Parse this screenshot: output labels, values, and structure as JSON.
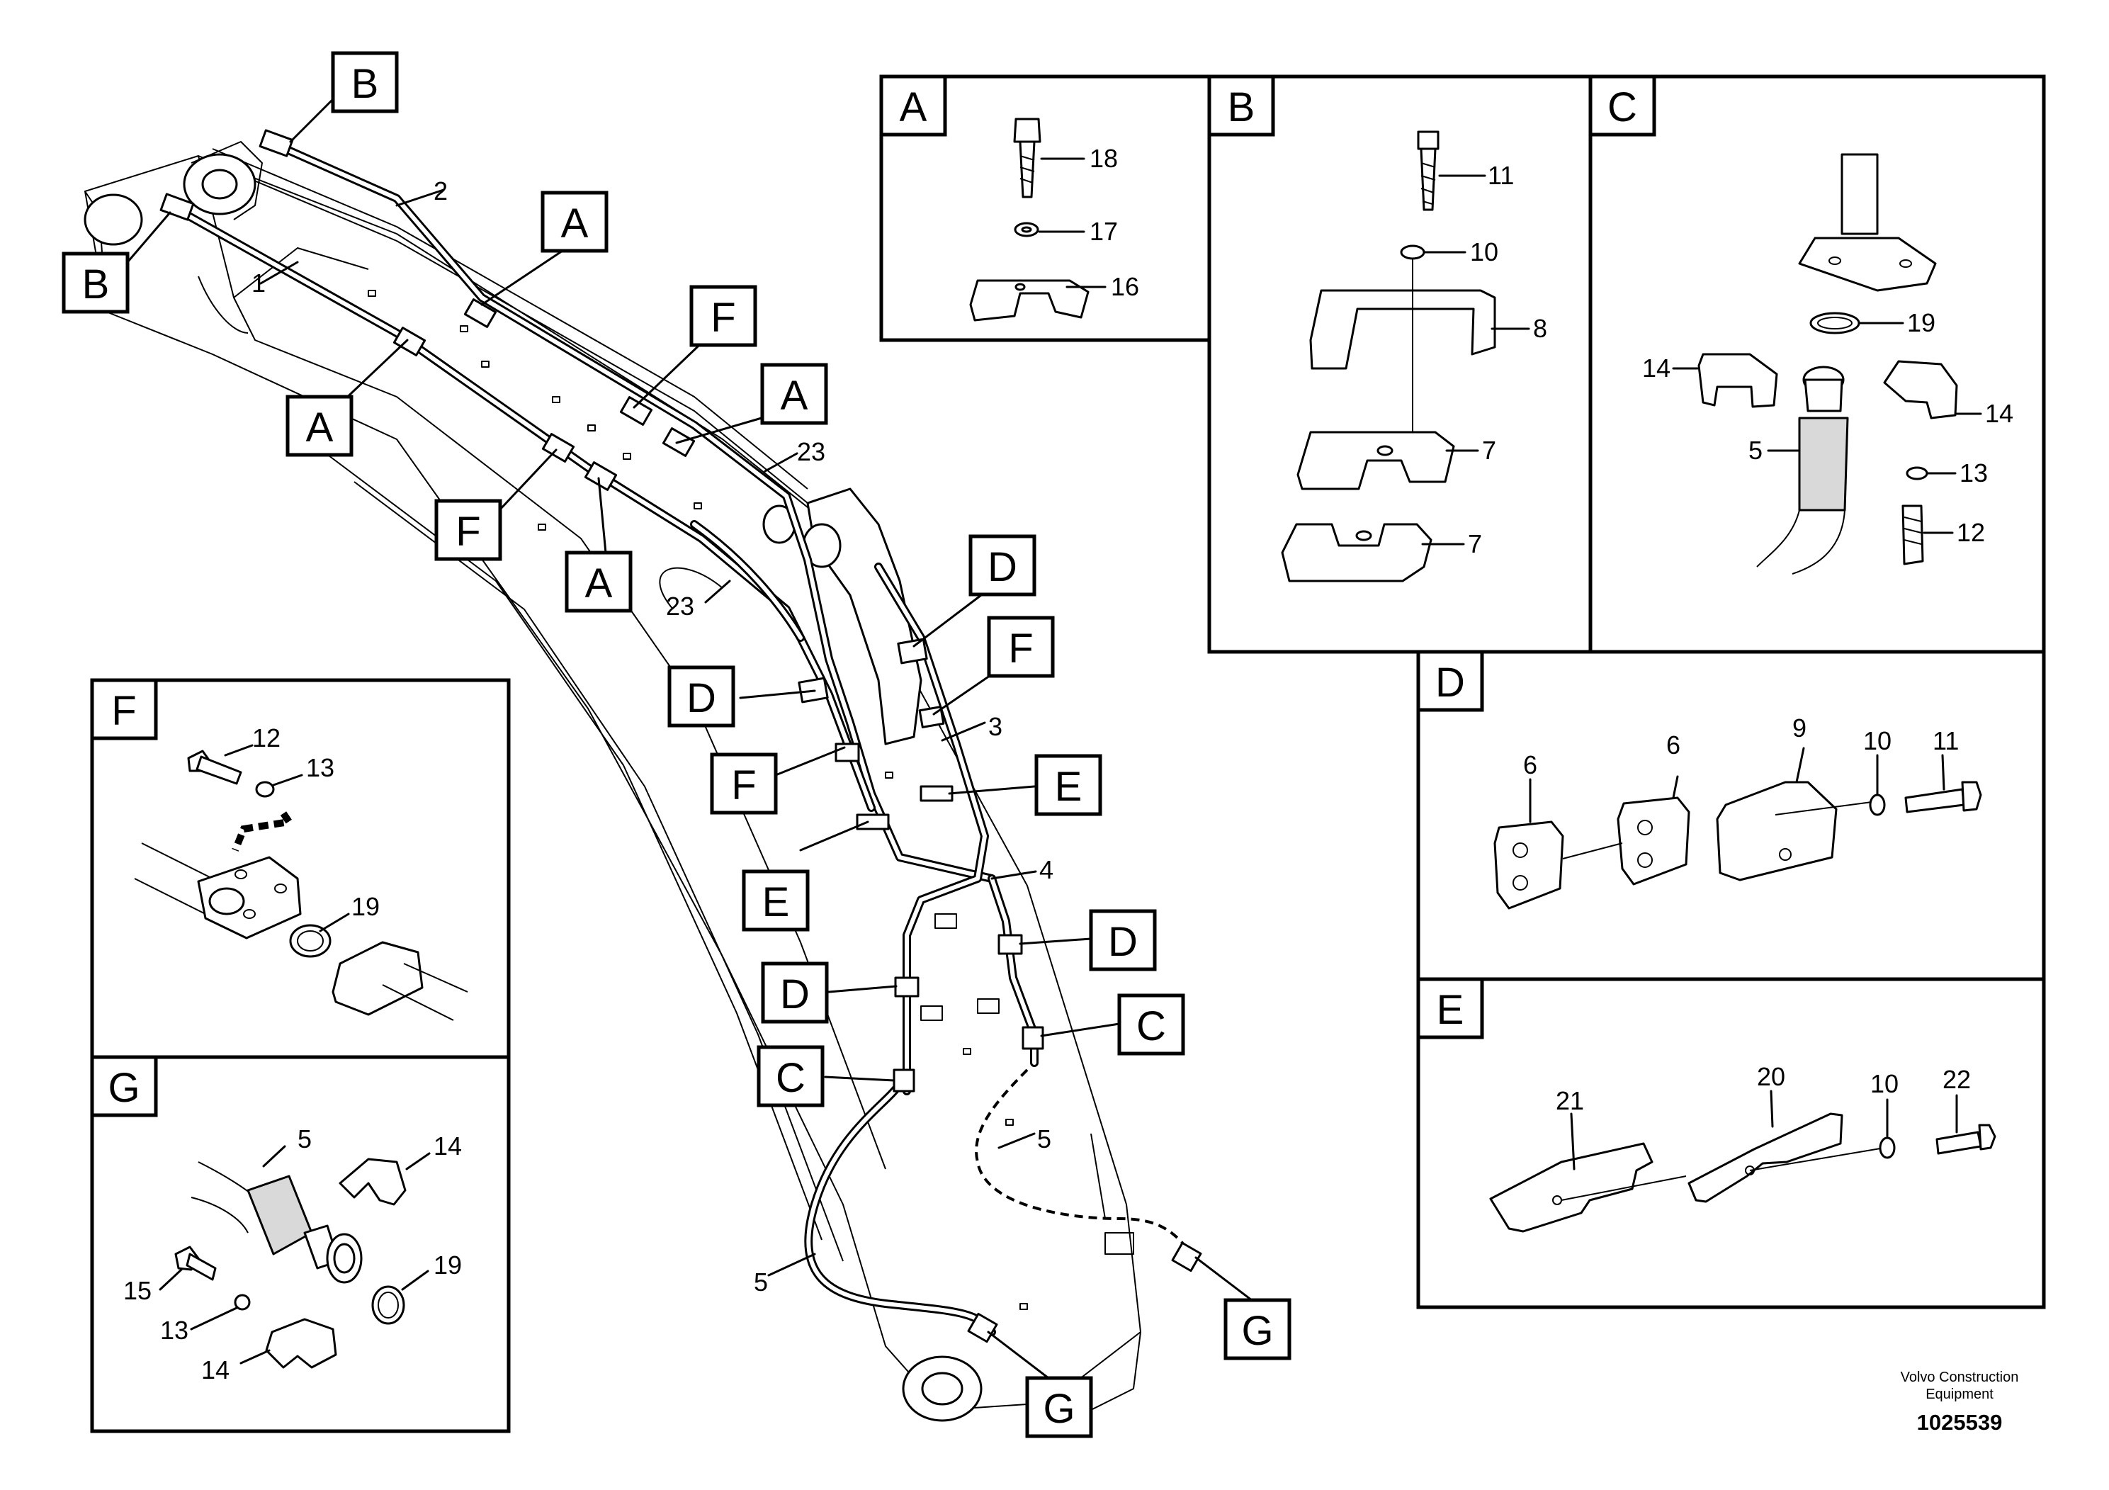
{
  "footer": {
    "company_line1": "Volvo Construction",
    "company_line2": "Equipment",
    "drawing_number": "1025539"
  },
  "main_view": {
    "section_letters": {
      "B_top": "B",
      "B_left": "B",
      "A_1": "A",
      "A_2": "A",
      "A_3": "A",
      "A_4": "A",
      "F_1": "F",
      "F_2": "F",
      "F_3": "F",
      "F_4": "F",
      "D_1": "D",
      "D_2": "D",
      "D_3": "D",
      "D_4": "D",
      "E_1": "E",
      "E_2": "E",
      "C_1": "C",
      "C_2": "C",
      "G_1": "G",
      "G_2": "G"
    },
    "item_numbers": {
      "n1": "1",
      "n2": "2",
      "n23a": "23",
      "n23b": "23",
      "n3": "3",
      "n4": "4",
      "n5a": "5",
      "n5b": "5"
    }
  },
  "detail_A": {
    "title": "A",
    "labels": [
      "18",
      "17",
      "16"
    ]
  },
  "detail_B": {
    "title": "B",
    "labels": [
      "11",
      "10",
      "8",
      "7",
      "7"
    ]
  },
  "detail_C": {
    "title": "C",
    "labels": [
      "19",
      "14",
      "14",
      "5",
      "13",
      "12"
    ]
  },
  "detail_D": {
    "title": "D",
    "labels": [
      "6",
      "6",
      "9",
      "10",
      "11"
    ]
  },
  "detail_E": {
    "title": "E",
    "labels": [
      "21",
      "20",
      "10",
      "22"
    ]
  },
  "detail_F": {
    "title": "F",
    "labels": [
      "12",
      "13",
      "19"
    ]
  },
  "detail_G": {
    "title": "G",
    "labels": [
      "5",
      "14",
      "19",
      "15",
      "13",
      "14"
    ]
  }
}
